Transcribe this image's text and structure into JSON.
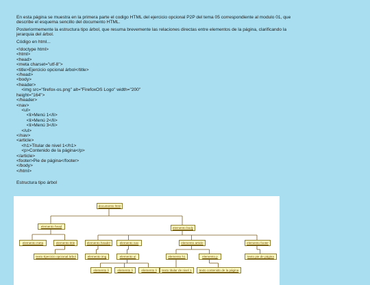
{
  "intro": [
    "En esta página se muestra en la primera parte el codigo HTML del ejercicio opcional P2P del tema 05 correspondiente al modulo 01, que describe el esquema sencillo del documento HTML.",
    "Posteriormemente la estructura tipo árbol, que resuma brevemente las relaciones directas entre elementos de la página, clarificando la jerarquia del árbol.",
    "Código en html..."
  ],
  "code_lines": [
    "<!doctype html>",
    "<html>",
    "<head>",
    "<meta charset=\"utf-8\">",
    "<title>Ejercicio opcional árbol</title>",
    "</head>",
    "<body>",
    "<header>",
    "    <img src=\"firefox-os.png\" alt=\"FirefoxOS Logo\" width=\"200\"",
    "height=\"164\">",
    "</header>",
    "<nav>",
    "    <ul>",
    "        <li>Menú 1</li>",
    "        <li>Menú 2</li>",
    "        <li>Menú 3</li>",
    "    </ul>",
    "</nav>",
    "<article>",
    "    <h1>Titular de nivel 1</h1>",
    "    <p>Contenido de la página</p>",
    "</article>",
    "<footer>Pie de página</footer>",
    "</body>",
    "</html>"
  ],
  "tree_heading": "Estructura tipo árbol",
  "tree": {
    "nodes": [
      {
        "id": "doc",
        "label": "documento html"
      },
      {
        "id": "head",
        "label": "elemento head"
      },
      {
        "id": "body",
        "label": "elemento body"
      },
      {
        "id": "meta",
        "label": "elemento meta"
      },
      {
        "id": "title",
        "label": "elemento title"
      },
      {
        "id": "header",
        "label": "elemento header"
      },
      {
        "id": "nav",
        "label": "elemento nav"
      },
      {
        "id": "article",
        "label": "elemento article"
      },
      {
        "id": "footer",
        "label": "elemento footer"
      },
      {
        "id": "titletxt",
        "label": "texto Ejercicio opcional árbol"
      },
      {
        "id": "img",
        "label": "elemento img"
      },
      {
        "id": "ul",
        "label": "elemento ul"
      },
      {
        "id": "h1",
        "label": "elemento h1"
      },
      {
        "id": "p",
        "label": "elemento p"
      },
      {
        "id": "footertxt",
        "label": "texto pie de página"
      },
      {
        "id": "li1",
        "label": "elemento li"
      },
      {
        "id": "li2",
        "label": "elemento li"
      },
      {
        "id": "li3",
        "label": "elemento li"
      },
      {
        "id": "h1txt",
        "label": "texto titular de nivel 1"
      },
      {
        "id": "ptxt",
        "label": "texto contenido de la página"
      }
    ]
  }
}
